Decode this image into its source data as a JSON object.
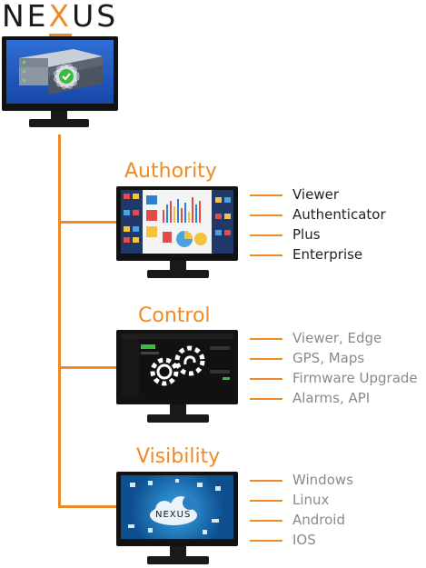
{
  "logo": {
    "part1": "NE",
    "part2": "X",
    "part3": "US"
  },
  "sections": [
    {
      "title": "Authority",
      "features": [
        "Viewer",
        "Authenticator",
        "Plus",
        "Enterprise"
      ]
    },
    {
      "title": "Control",
      "features": [
        "Viewer, Edge",
        "GPS, Maps",
        "Firmware Upgrade",
        "Alarms, API"
      ]
    },
    {
      "title": "Visibility",
      "features": [
        "Windows",
        "Linux",
        "Android",
        "IOS"
      ]
    }
  ],
  "visibility_screen": {
    "logo_text": "NEXUS"
  },
  "colors": {
    "accent": "#f08a24",
    "dark_text": "#222222",
    "muted_text": "#8a8a8a"
  },
  "icons": [
    "server-rack-icon",
    "checkmark-gear-icon",
    "gears-icon",
    "cloud-icon"
  ]
}
